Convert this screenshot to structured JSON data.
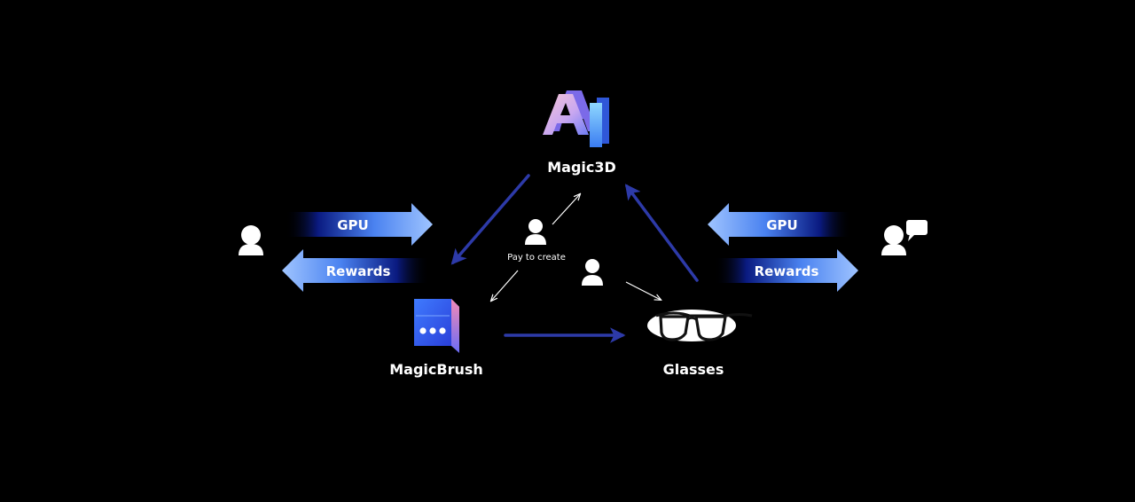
{
  "nodes": {
    "top": {
      "label": "Magic3D",
      "logo": "AI"
    },
    "left": {
      "label": "MagicBrush"
    },
    "right": {
      "label": "Glasses"
    }
  },
  "center": {
    "label": "Pay to create"
  },
  "left_flows": {
    "gpu": "GPU",
    "rewards": "Rewards"
  },
  "right_flows": {
    "gpu": "GPU",
    "rewards": "Rewards"
  },
  "icons": {
    "left_user": "user-icon",
    "right_user": "user-chat-icon",
    "center_user_a": "user-icon",
    "center_user_b": "user-icon",
    "brush_device": "device-icon",
    "glasses": "glasses-icon"
  },
  "colors": {
    "background": "#000000",
    "cycle_arrow": "#2d3aa8",
    "flow_bright": "#9fc4ff",
    "flow_mid": "#4a82f0",
    "flow_dark": "#0a1a80",
    "text": "#ffffff"
  }
}
